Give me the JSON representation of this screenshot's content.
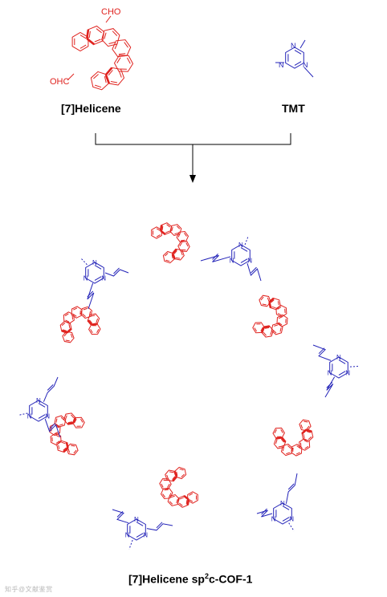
{
  "reactant_left": {
    "label": "[7]Helicene",
    "group_top": "CHO",
    "group_bottom": "OHC"
  },
  "reactant_right": {
    "label": "TMT"
  },
  "triazine": {
    "atom": "N"
  },
  "product": {
    "label_prefix": "[7]Helicene sp",
    "label_sup": "2",
    "label_suffix": "c-COF-1"
  },
  "watermark": "知乎@文献鉴赏",
  "colors": {
    "helicene": "#e0231f",
    "triazine": "#2323b8",
    "arrow": "#000000"
  }
}
